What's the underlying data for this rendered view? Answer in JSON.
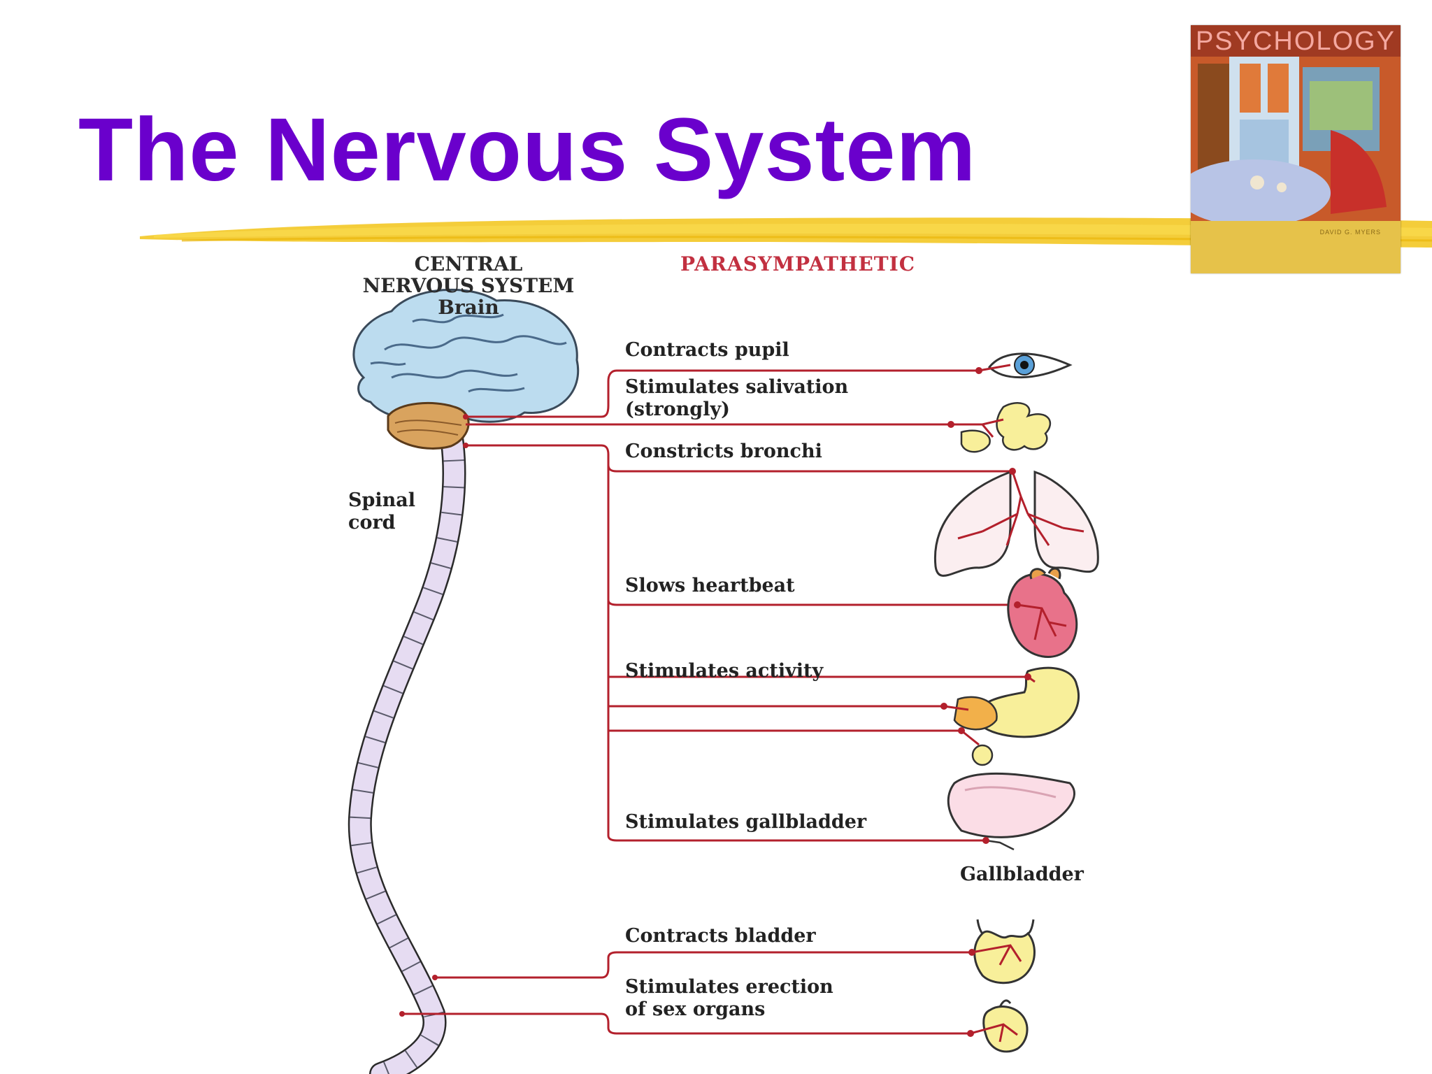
{
  "slide": {
    "title": "The Nervous System"
  },
  "book_cover": {
    "title": "PSYCHOLOGY",
    "author": "DAVID G. MYERS"
  },
  "diagram": {
    "cns_heading": "CENTRAL\nNERVOUS SYSTEM\nBrain",
    "division_heading": "PARASYMPATHETIC",
    "spinal_cord_label": "Spinal\ncord",
    "functions": [
      "Contracts pupil",
      "Stimulates salivation\n(strongly)",
      "Constricts bronchi",
      "Slows heartbeat",
      "Stimulates activity",
      "Stimulates gallbladder",
      "Contracts bladder",
      "Stimulates erection\nof sex organs"
    ],
    "gallbladder_label": "Gallbladder",
    "colors": {
      "nerve": "#b3202c",
      "brain": "#bcdcef",
      "cerebellum": "#d9a35e",
      "spinal_cord": "#e6dcf2",
      "title": "#6a00cc",
      "highlighter": "#f2c418"
    },
    "icons": [
      "brain-icon",
      "eye-icon",
      "salivary-glands-icon",
      "lungs-icon",
      "heart-icon",
      "stomach-pancreas-icon",
      "liver-gallbladder-icon",
      "bladder-icon",
      "sex-organs-icon"
    ]
  }
}
